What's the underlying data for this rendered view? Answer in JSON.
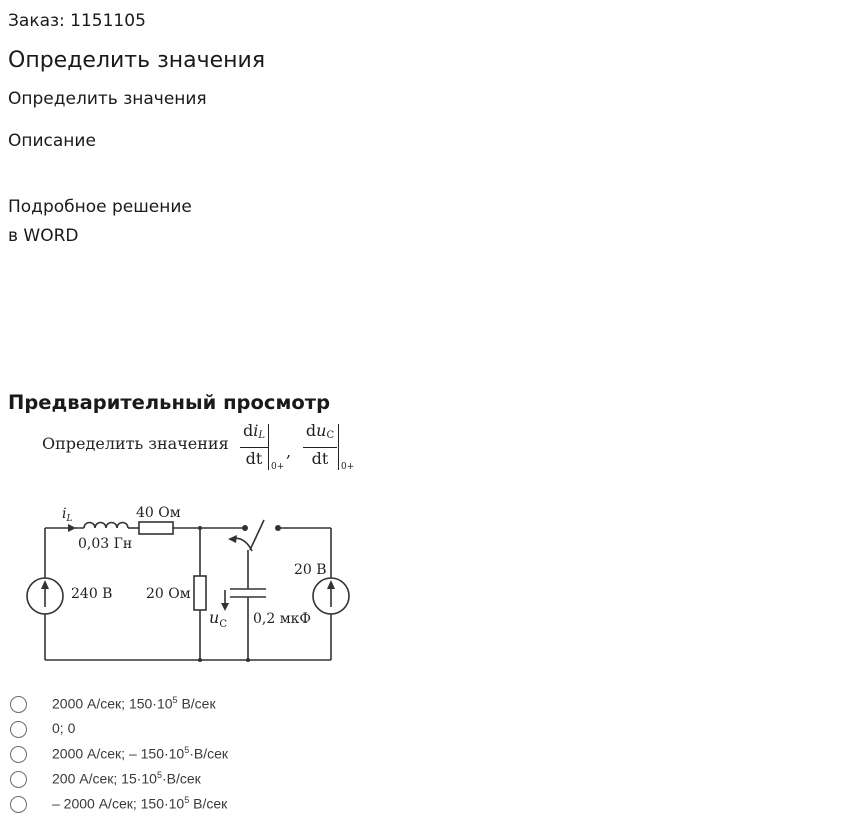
{
  "order": {
    "text": "Заказ: 1151105"
  },
  "title": "Определить значения",
  "subtitle": "Определить значения",
  "description": {
    "heading": "Описание",
    "line1": "Подробное решение",
    "line2": "в WORD"
  },
  "preview": {
    "heading": "Предварительный просмотр",
    "task_title": "Определить значения",
    "formula": {
      "d": "d",
      "di_var": "i",
      "di_sub": "L",
      "du_var": "u",
      "du_sub": "C",
      "dt": "dt",
      "eval_at": "0+",
      "separator": ","
    },
    "circuit": {
      "il": "i",
      "il_sub": "L",
      "inductor": "0,03 Гн",
      "resistor_top": "40 Ом",
      "source_left": "240 В",
      "resistor_mid": "20 Ом",
      "uc": "u",
      "uc_sub": "C",
      "capacitor": "0,2 мкФ",
      "source_right": "20 В"
    },
    "options": [
      {
        "pre": "2000 А/сек; 150·10",
        "exp": "5",
        "post": " В/сек"
      },
      {
        "pre": "0; 0",
        "exp": "",
        "post": ""
      },
      {
        "pre": "2000 А/сек; – 150·10",
        "exp": "5",
        "post": "·В/сек"
      },
      {
        "pre": "200 А/сек; 15·10",
        "exp": "5",
        "post": "·В/сек"
      },
      {
        "pre": "– 2000 А/сек; 150·10",
        "exp": "5",
        "post": " В/сек"
      }
    ]
  },
  "colors": {
    "text": "#1a1a1a",
    "circuit": "#333333",
    "radio_border": "#6b6b6b"
  }
}
